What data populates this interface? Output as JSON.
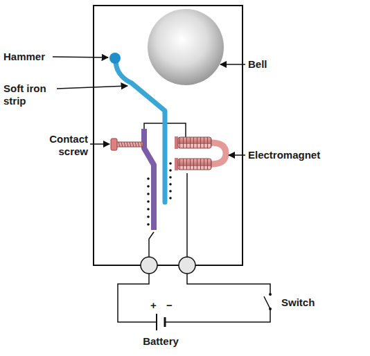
{
  "diagram": {
    "labels": [
      "Hammer",
      "Bell",
      "Soft iron strip",
      "Contact screw",
      "Electromagnet",
      "+",
      "−",
      "Switch",
      "Battery"
    ]
  }
}
